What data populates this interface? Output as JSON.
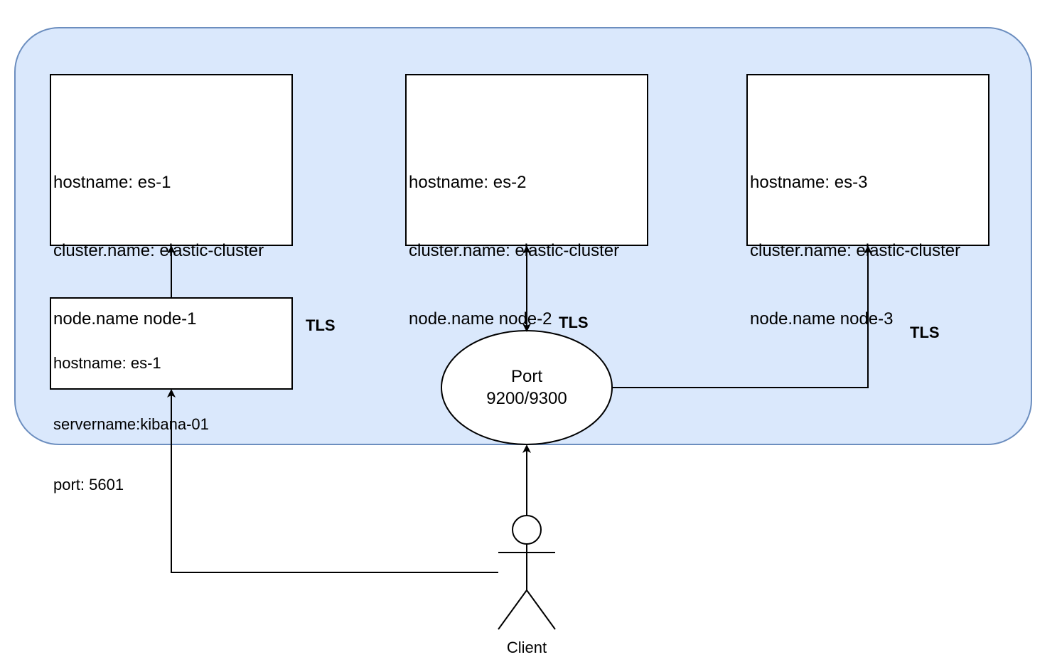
{
  "colors": {
    "cluster_fill": "#dae8fc",
    "cluster_stroke": "#6c8ebf",
    "box_fill": "#ffffff",
    "stroke": "#000000"
  },
  "nodes": [
    {
      "lines": [
        "hostname: es-1",
        "cluster.name: elastic-cluster",
        "node.name node-1"
      ]
    },
    {
      "lines": [
        "hostname: es-2",
        "cluster.name: elastic-cluster",
        "node.name node-2"
      ]
    },
    {
      "lines": [
        "hostname: es-3",
        "cluster.name: elastic-cluster",
        "node.name node-3"
      ]
    }
  ],
  "kibana": {
    "lines": [
      "hostname: es-1",
      "servername:kibana-01",
      "port: 5601"
    ]
  },
  "port": {
    "lines": [
      "Port",
      "9200/9300"
    ]
  },
  "tls_labels": [
    "TLS",
    "TLS",
    "TLS"
  ],
  "client": {
    "label": "Client",
    "icon": "actor-icon"
  }
}
